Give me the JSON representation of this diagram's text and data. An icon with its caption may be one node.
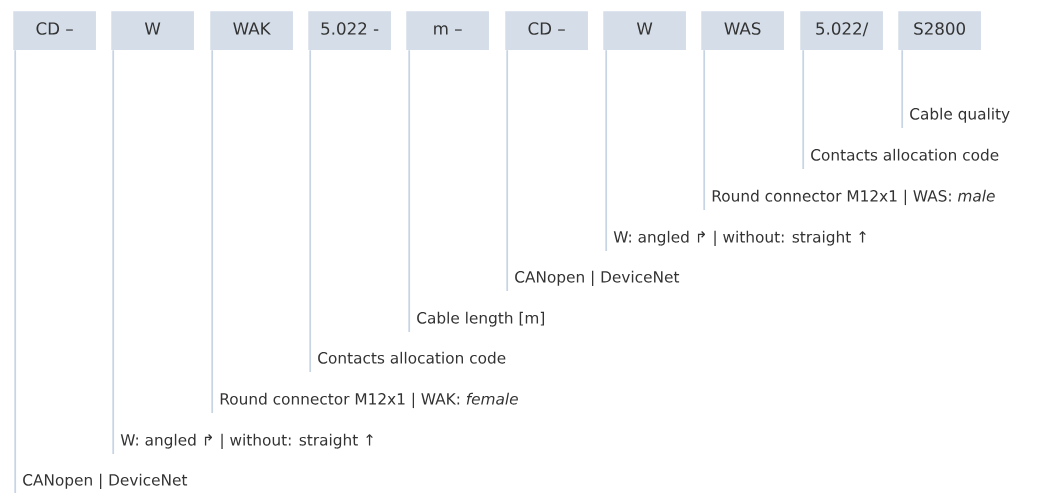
{
  "diagram": {
    "nodes": [
      {
        "text": [
          "CD –"
        ]
      },
      {
        "text": [
          "W"
        ]
      },
      {
        "text": [
          "WAK"
        ]
      },
      {
        "text": [
          "5.022 -"
        ]
      },
      {
        "text": [
          "m –"
        ]
      },
      {
        "text": [
          "CD –"
        ]
      },
      {
        "text": [
          "W"
        ]
      },
      {
        "text": [
          "WAS"
        ]
      },
      {
        "text": [
          "5.022/"
        ]
      },
      {
        "text": [
          "S2800"
        ]
      },
      {
        "text": [
          "Cable quality"
        ]
      },
      {
        "text": [
          "Contacts allocation code"
        ]
      },
      {
        "text": [
          "Round connector M12x1 | WAS: *male*"
        ]
      },
      {
        "text": [
          "W: angled ↱ | without: straight ↑"
        ]
      },
      {
        "text": [
          "CANopen | DeviceNet"
        ]
      },
      {
        "text": [
          "Cable length [m]"
        ]
      },
      {
        "text": [
          "Contacts allocation code"
        ]
      },
      {
        "text": [
          "Round connector M12x1 | WAK: *female*"
        ]
      },
      {
        "text": [
          "W: angled ↱ | without: straight ↑"
        ]
      },
      {
        "text": [
          "CANopen | DeviceNet"
        ]
      }
    ],
    "edges": [
      {
        "from": 9,
        "to": 10,
        "arrow": "none"
      },
      {
        "from": 8,
        "to": 11,
        "arrow": "none"
      },
      {
        "from": 7,
        "to": 12,
        "arrow": "none"
      },
      {
        "from": 6,
        "to": 13,
        "arrow": "none"
      },
      {
        "from": 5,
        "to": 14,
        "arrow": "none"
      },
      {
        "from": 4,
        "to": 15,
        "arrow": "none"
      },
      {
        "from": 3,
        "to": 16,
        "arrow": "none"
      },
      {
        "from": 2,
        "to": 17,
        "arrow": "none"
      },
      {
        "from": 1,
        "to": 18,
        "arrow": "none"
      },
      {
        "from": 0,
        "to": 19,
        "arrow": "none"
      }
    ]
  }
}
